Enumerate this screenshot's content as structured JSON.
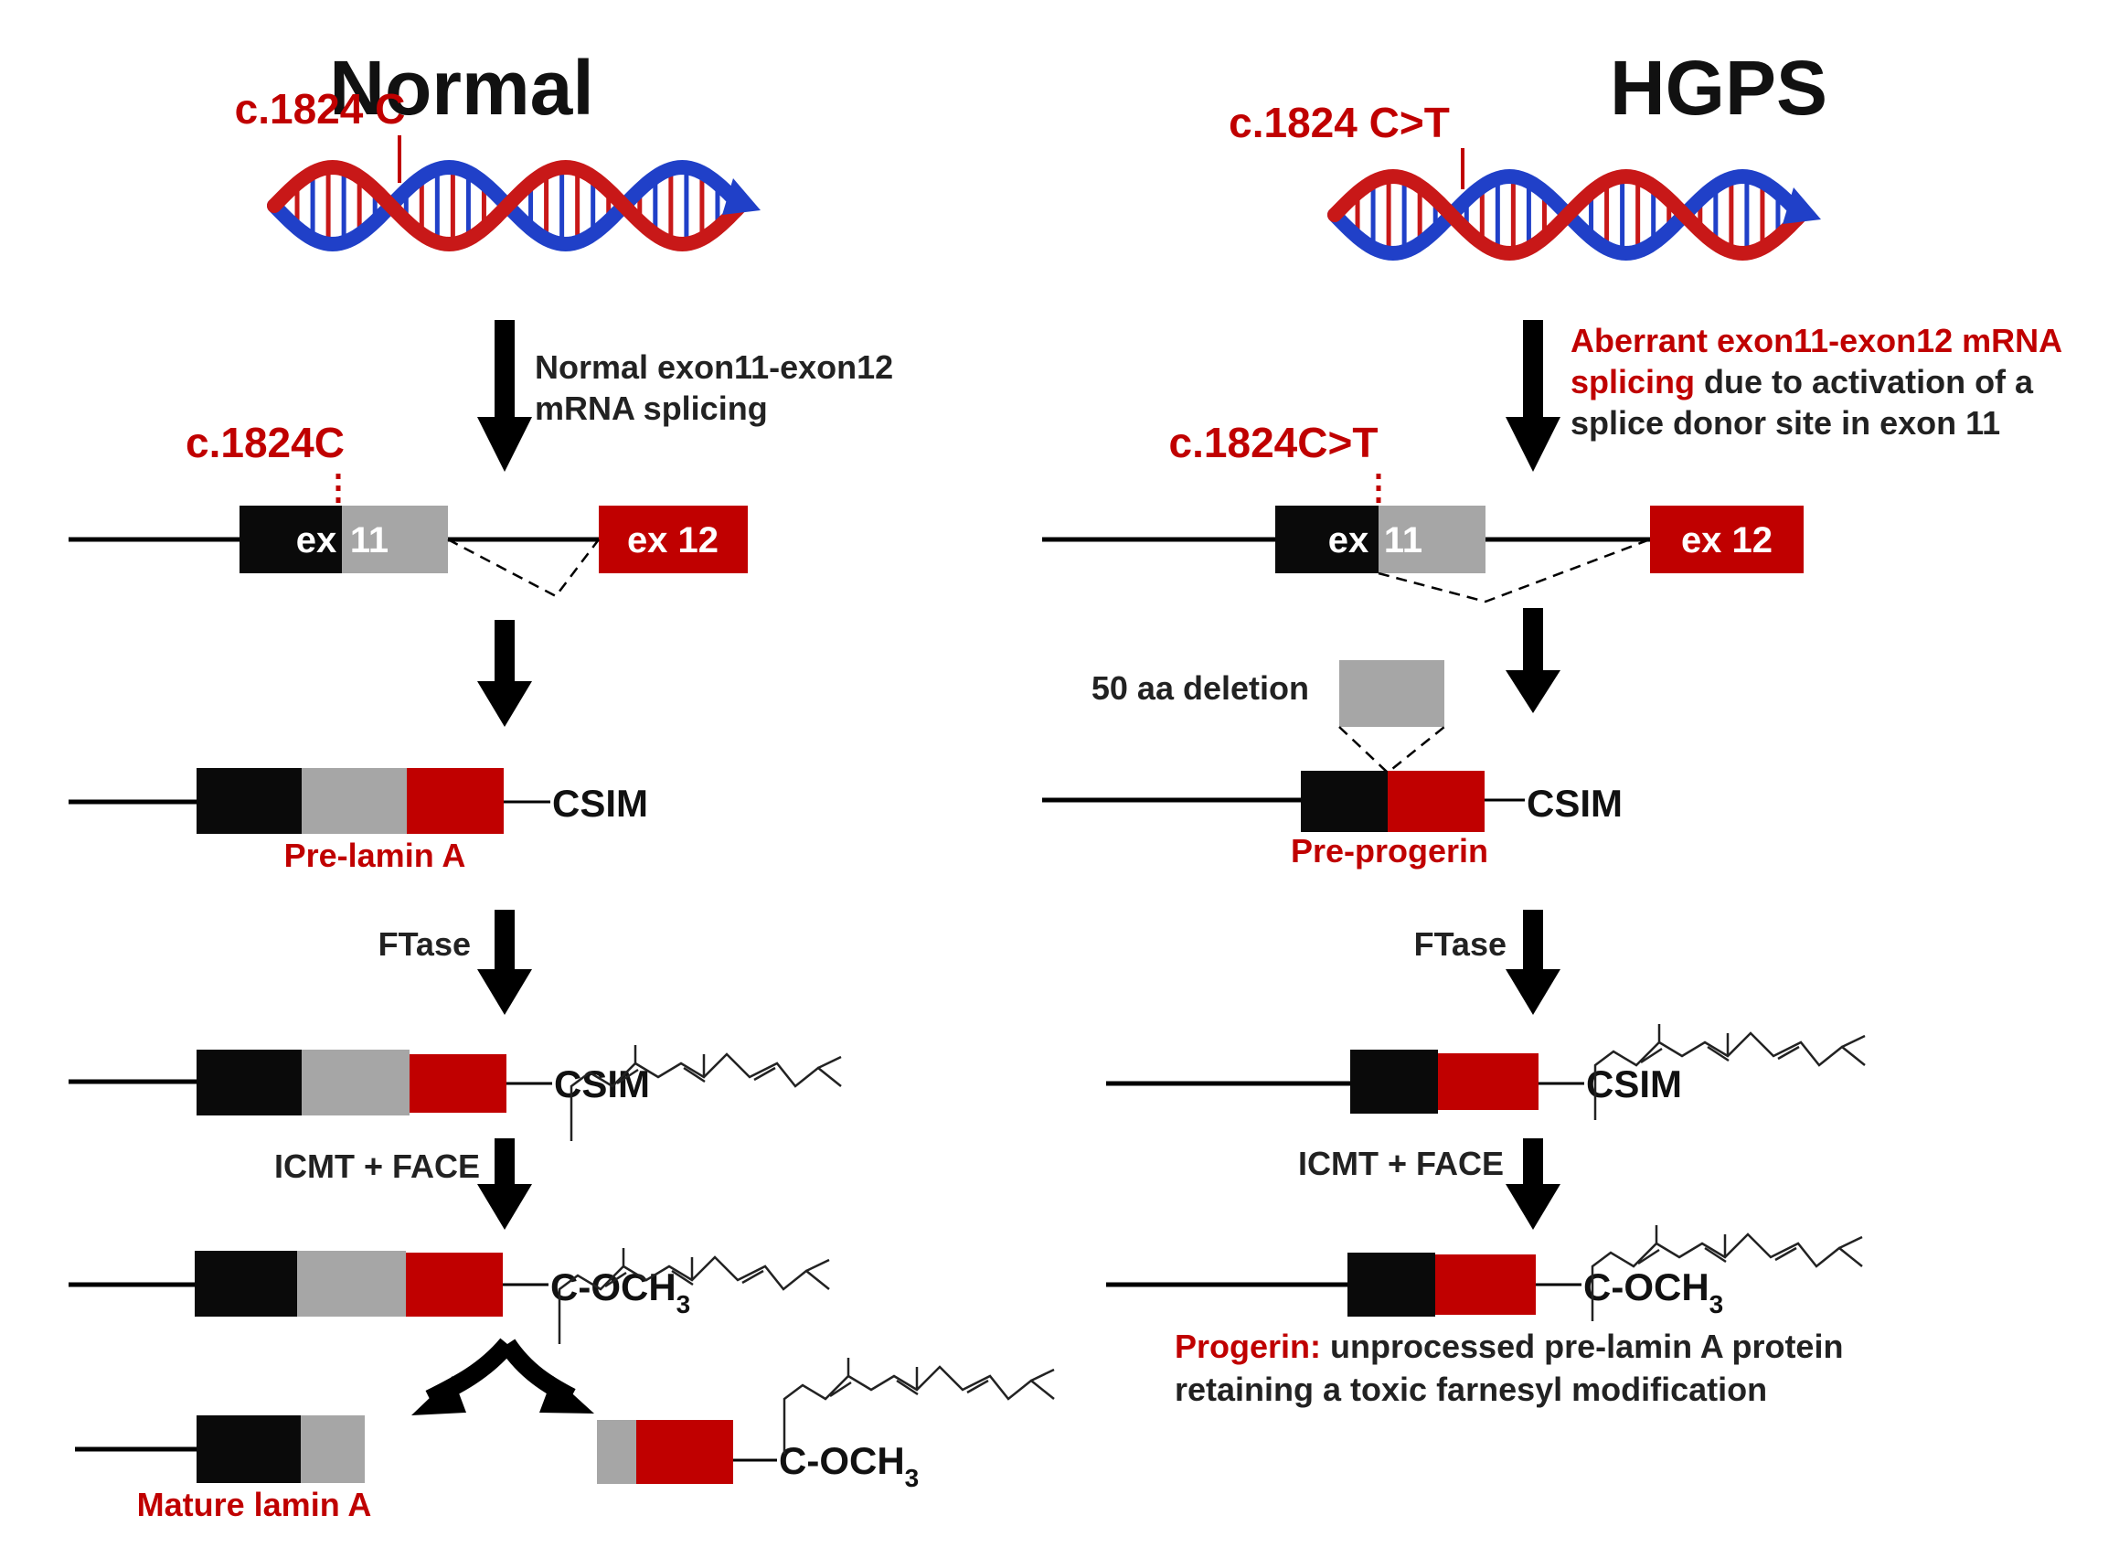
{
  "normal": {
    "title": "Normal",
    "mutation_top": "c.1824 C",
    "step1": [
      "Normal exon11-exon12",
      "mRNA splicing"
    ],
    "mutation_gene": "c.1824C",
    "exon11_a": "ex",
    "exon11_b": "11",
    "exon12": "ex 12",
    "csim_1": "CSIM",
    "prelamin": "Pre-lamin A",
    "ftase": "FTase",
    "csim_2": "CSIM",
    "icmt": "ICMT + FACE",
    "coch3_main": "C-OCH",
    "coch3_sub": "3",
    "mature": "Mature lamin A",
    "coch3_2_main": "C-OCH",
    "coch3_2_sub": "3"
  },
  "hgps": {
    "title": "HGPS",
    "mutation_top": "c.1824 C>T",
    "step1_red": [
      "Aberrant exon11-exon12 mRNA",
      "splicing"
    ],
    "step1_black": [
      " due to activation of a",
      "splice donor site in exon 11"
    ],
    "mutation_gene": "c.1824C>T",
    "exon11_a": "ex",
    "exon11_b": "11",
    "exon12": "ex 12",
    "deletion": "50 aa deletion",
    "csim_1": "CSIM",
    "preprogerin": "Pre-progerin",
    "ftase": "FTase",
    "csim_2": "CSIM",
    "icmt": "ICMT + FACE",
    "coch3_main": "C-OCH",
    "coch3_sub": "3",
    "progerin_red": "Progerin:",
    "progerin_black_1": " unprocessed pre-lamin A protein",
    "progerin_black_2": "retaining a toxic farnesyl modification"
  },
  "colors": {
    "exon_black": "#0a0a0a",
    "exon_grey": "#a6a6a6",
    "exon_red": "#c00000",
    "mutation_red": "#c00000",
    "dna_blue": "#2040c8",
    "dna_red": "#c81818"
  }
}
